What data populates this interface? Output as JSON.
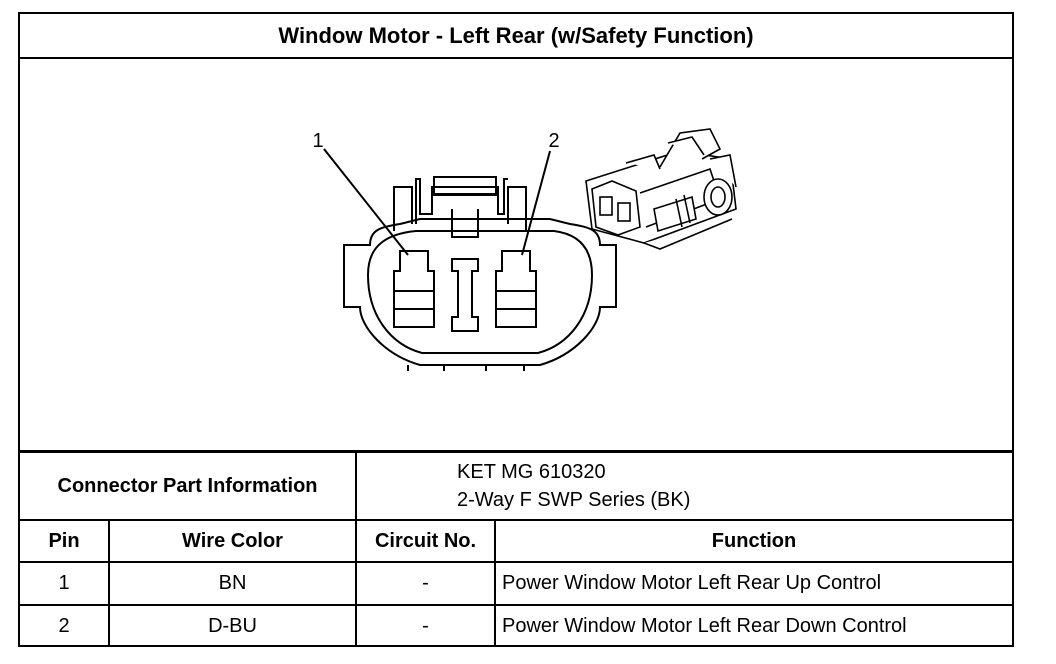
{
  "title": "Window Motor - Left Rear (w/Safety Function)",
  "diagram": {
    "pin_labels": [
      "1",
      "2"
    ]
  },
  "connector_info": {
    "label": "Connector Part Information",
    "part_number": "KET MG 610320",
    "description": "2-Way F SWP Series (BK)"
  },
  "table": {
    "headers": [
      "Pin",
      "Wire Color",
      "Circuit No.",
      "Function"
    ],
    "rows": [
      {
        "pin": "1",
        "wire_color": "BN",
        "circuit": "-",
        "function": "Power Window Motor Left Rear Up Control"
      },
      {
        "pin": "2",
        "wire_color": "D-BU",
        "circuit": "-",
        "function": "Power Window Motor Left Rear Down Control"
      }
    ]
  }
}
